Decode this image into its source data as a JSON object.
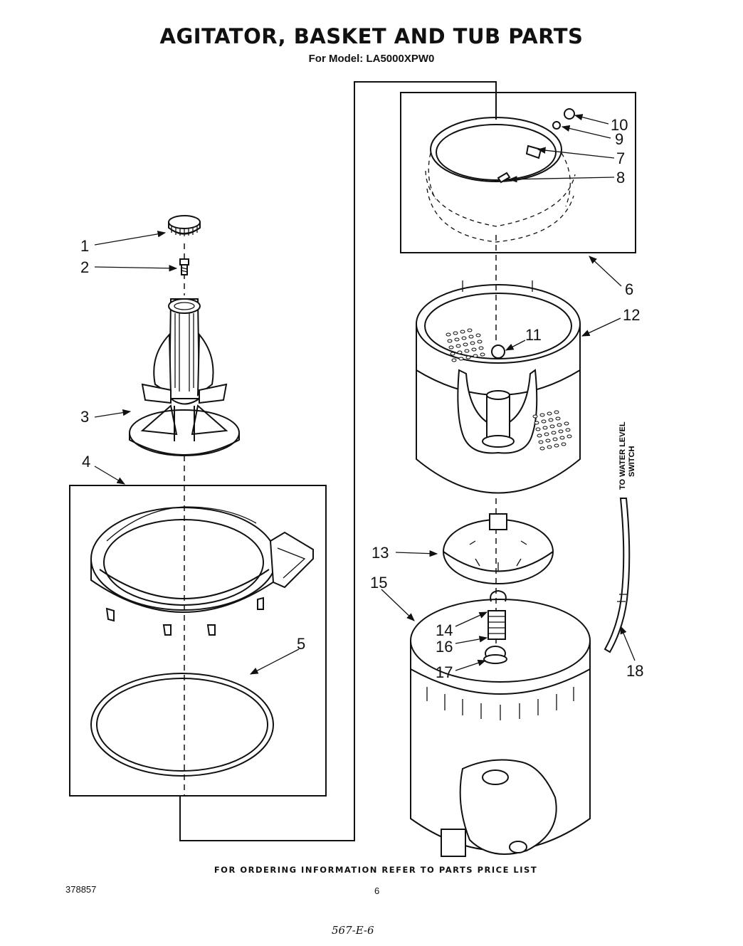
{
  "header": {
    "title": "AGITATOR, BASKET AND TUB PARTS",
    "subtitle": "For Model: LA5000XPW0"
  },
  "callouts": [
    "1",
    "2",
    "3",
    "4",
    "5",
    "6",
    "7",
    "8",
    "9",
    "10",
    "11",
    "12",
    "13",
    "14",
    "15",
    "16",
    "17",
    "18"
  ],
  "annotations": {
    "hose_label_line1": "TO WATER LEVEL",
    "hose_label_line2": "SWITCH"
  },
  "footer": {
    "ordering_note": "FOR ORDERING INFORMATION REFER TO PARTS PRICE LIST",
    "document_number": "378857",
    "page_number": "6",
    "handwritten_note": "567-E-6"
  }
}
